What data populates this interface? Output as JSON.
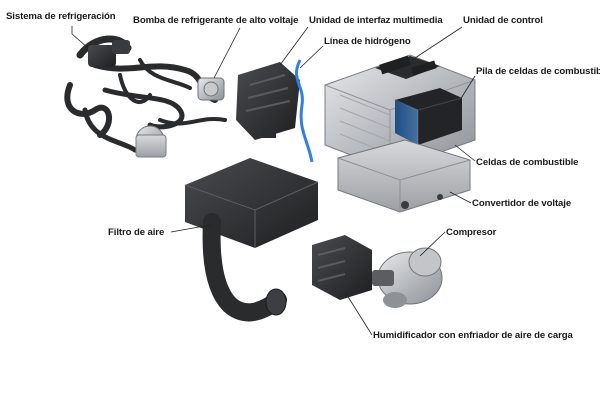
{
  "labels": {
    "refrigeracion": "Sistema de refrigeración",
    "bomba": "Bomba de refrigerante de alto voltaje",
    "interfaz": "Unidad de interfaz multimedia",
    "control": "Unidad de control",
    "hidrogeno": "Línea de hidrógeno",
    "pila": "Pila de celdas de combustible",
    "celdas": "Celdas de combustible",
    "convertidor": "Convertidor de voltaje",
    "filtro": "Filtro de aire",
    "compresor": "Compresor",
    "humidificador": "Humidificador con enfriador de aire de carga"
  }
}
